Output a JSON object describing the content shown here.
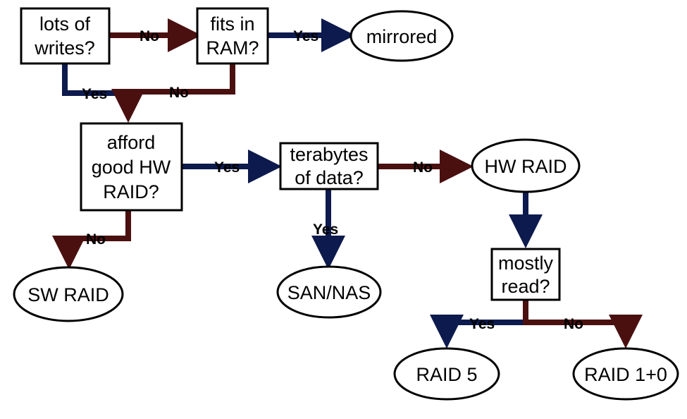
{
  "colors": {
    "yes": "#0c1a4d",
    "no": "#4a1010",
    "outline": "#000000"
  },
  "nodes": {
    "lots_of_writes": {
      "line1": "lots of",
      "line2": "writes?"
    },
    "fits_in_ram": {
      "line1": "fits in",
      "line2": "RAM?"
    },
    "mirrored": {
      "label": "mirrored"
    },
    "afford_hw_raid": {
      "line1": "afford",
      "line2": "good HW",
      "line3": "RAID?"
    },
    "terabytes": {
      "line1": "terabytes",
      "line2": "of data?"
    },
    "hw_raid": {
      "label": "HW RAID"
    },
    "sw_raid": {
      "label": "SW RAID"
    },
    "san_nas": {
      "label": "SAN/NAS"
    },
    "mostly_read": {
      "line1": "mostly",
      "line2": "read?"
    },
    "raid5": {
      "label": "RAID 5"
    },
    "raid10": {
      "label": "RAID 1+0"
    }
  },
  "edges": {
    "writes_no": "No",
    "ram_yes": "Yes",
    "writes_yes": "Yes",
    "ram_no": "No",
    "afford_yes": "Yes",
    "afford_no": "No",
    "tb_no": "No",
    "tb_yes": "Yes",
    "read_yes": "Yes",
    "read_no": "No"
  }
}
